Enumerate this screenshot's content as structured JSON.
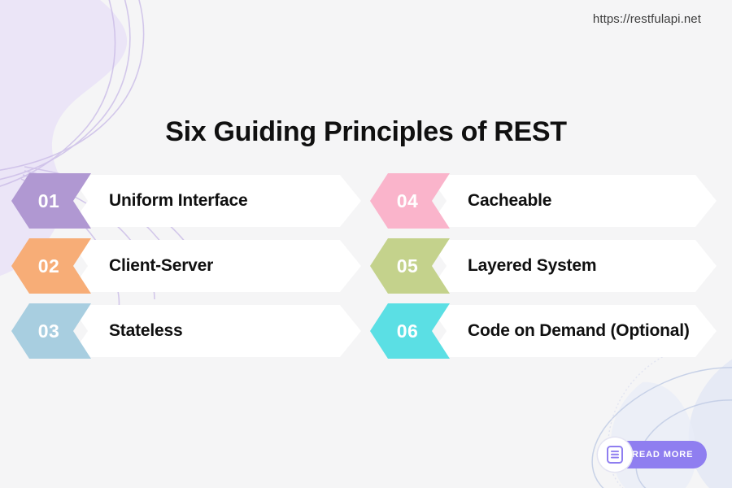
{
  "page": {
    "background_color": "#f5f5f6",
    "url": "https://restfulapi.net",
    "title": "Six Guiding Principles of REST"
  },
  "principles": [
    {
      "number": "01",
      "label": "Uniform Interface",
      "color": "#b098d2",
      "column": "left",
      "row": 1
    },
    {
      "number": "02",
      "label": "Client-Server",
      "color": "#f7ad77",
      "column": "left",
      "row": 2
    },
    {
      "number": "03",
      "label": "Stateless",
      "color": "#a8cee0",
      "column": "left",
      "row": 3
    },
    {
      "number": "04",
      "label": "Cacheable",
      "color": "#fab4cb",
      "column": "right",
      "row": 1
    },
    {
      "number": "05",
      "label": "Layered System",
      "color": "#c4d28c",
      "column": "right",
      "row": 2
    },
    {
      "number": "06",
      "label": "Code on Demand (Optional)",
      "color": "#5bdfe4",
      "column": "right",
      "row": 3
    }
  ],
  "read_more": {
    "label": "READ MORE",
    "icon": "list-document-icon",
    "pill_color": "#8f7ef0"
  },
  "decor": {
    "blob_color": "#ebe5f7",
    "line_color": "#cdbfe8",
    "corner_blob_color": "#e3e8f5"
  }
}
